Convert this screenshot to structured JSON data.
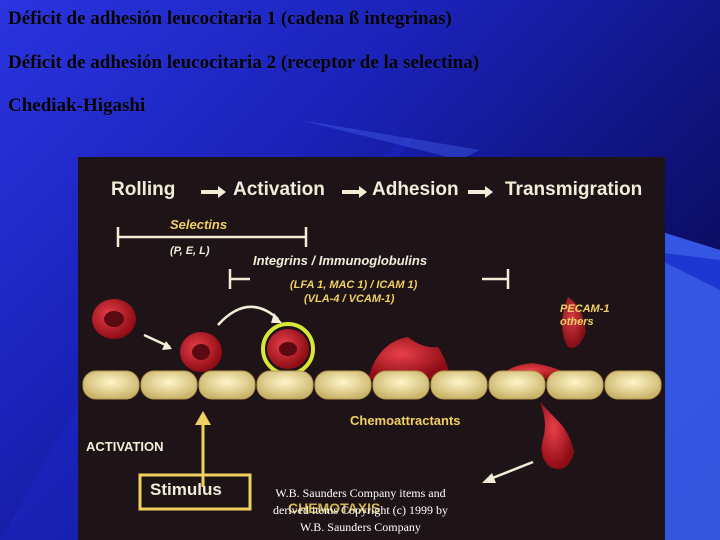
{
  "slide": {
    "lines": [
      "Déficit de adhesión leucocitaria 1 (cadena ß integrinas)",
      "Déficit de adhesión leucocitaria  2 (receptor de la selectina)",
      "Chediak-Higashi"
    ]
  },
  "figure": {
    "steps": [
      "Rolling",
      "Activation",
      "Adhesion",
      "Transmigration"
    ],
    "selectins": "Selectins",
    "selectins_sub": "(P, E, L)",
    "integrins": "Integrins / Immunoglobulins",
    "integrins_sub1": "(LFA 1, MAC 1)    / ICAM 1)",
    "integrins_sub2": "(VLA-4    / VCAM-1)",
    "pecam1": "PECAM-1",
    "pecam2": "others",
    "chemo": "Chemoattractants",
    "activation": "ACTIVATION",
    "stimulus": "Stimulus",
    "chemotaxis": "CHEMOTAXIS"
  },
  "credit": {
    "line1": "W.B. Saunders Company items and",
    "line2": "derived items Copyright (c) 1999 by",
    "line3": "W.B. Saunders Company"
  },
  "colors": {
    "step_text": "#f2ecd8",
    "label_yellow": "#f0d060",
    "label_white": "#f2ecd8",
    "cell_red": "#c8202a",
    "endothelium": "#efe3a8"
  }
}
